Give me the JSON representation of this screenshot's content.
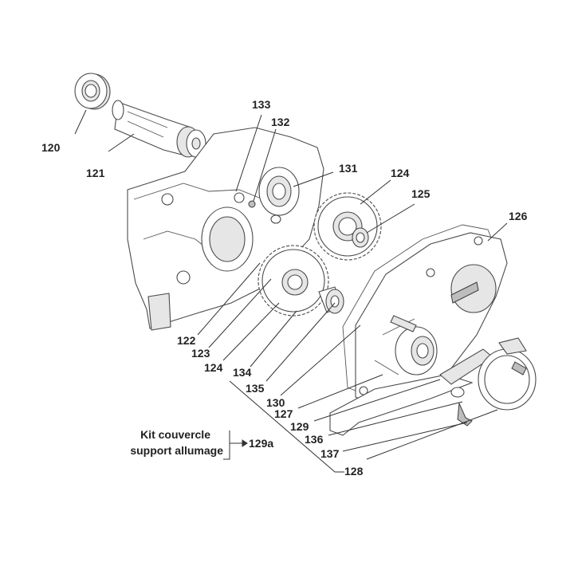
{
  "labels": {
    "p120": "120",
    "p121": "121",
    "p122": "122",
    "p123": "123",
    "p124a": "124",
    "p124b": "124",
    "p125": "125",
    "p126": "126",
    "p127": "127",
    "p128": "128",
    "p129": "129",
    "p129a": "129a",
    "p130": "130",
    "p131": "131",
    "p132": "132",
    "p133": "133",
    "p134": "134",
    "p135": "135",
    "p136": "136",
    "p137": "137"
  },
  "kit": {
    "line1": "Kit couvercle",
    "line2": "support allumage"
  },
  "colors": {
    "line": "#4a4a4a",
    "fill": "#ffffff",
    "shade": "#e6e6e6",
    "text": "#222222"
  }
}
